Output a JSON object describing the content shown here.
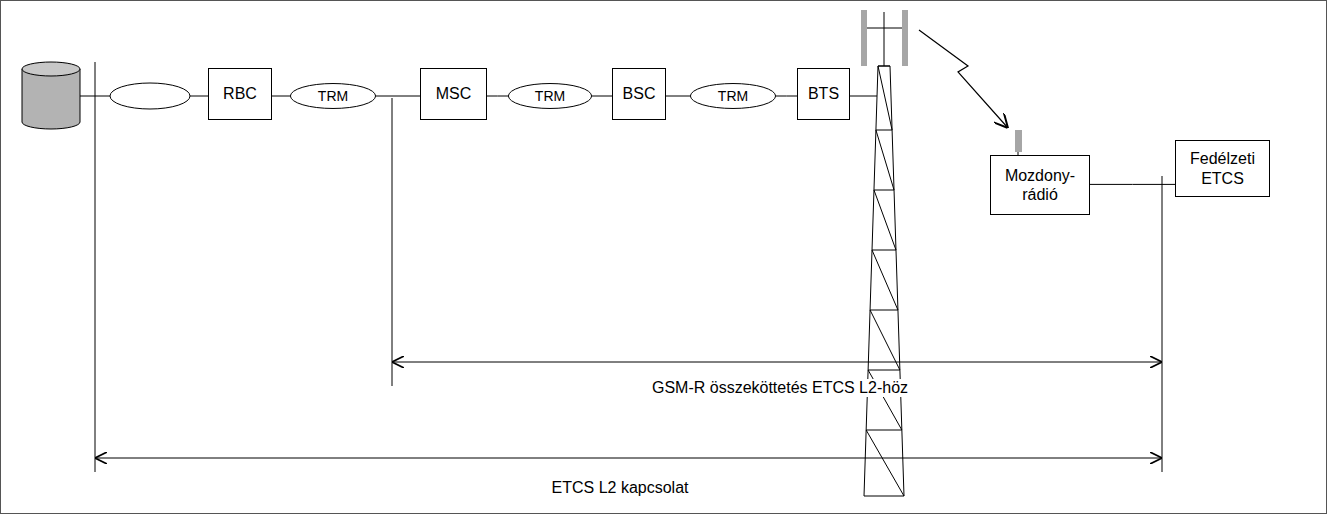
{
  "diagram": {
    "nodes": [
      {
        "text": [
          "RBC"
        ]
      },
      {
        "text": [
          "TRM"
        ]
      },
      {
        "text": [
          "MSC"
        ]
      },
      {
        "text": [
          "TRM"
        ]
      },
      {
        "text": [
          "BSC"
        ]
      },
      {
        "text": [
          "TRM"
        ]
      },
      {
        "text": [
          "BTS"
        ]
      },
      {
        "text": [
          "Mozdony-rádió"
        ]
      },
      {
        "text": [
          "Fedélzeti ETCS"
        ]
      }
    ],
    "edges": [
      {
        "from": 0,
        "to": 1,
        "arrow": "none"
      },
      {
        "from": 1,
        "to": 2,
        "arrow": "none"
      },
      {
        "from": 2,
        "to": 3,
        "arrow": "none"
      },
      {
        "from": 3,
        "to": 4,
        "arrow": "none"
      },
      {
        "from": 4,
        "to": 5,
        "arrow": "none"
      },
      {
        "from": 5,
        "to": 6,
        "arrow": "none"
      },
      {
        "from": 7,
        "to": 8,
        "arrow": "none"
      }
    ],
    "labels": [
      "GSM-R összeköttetés ETCS L2-höz",
      "ETCS L2 kapcsolat"
    ]
  }
}
